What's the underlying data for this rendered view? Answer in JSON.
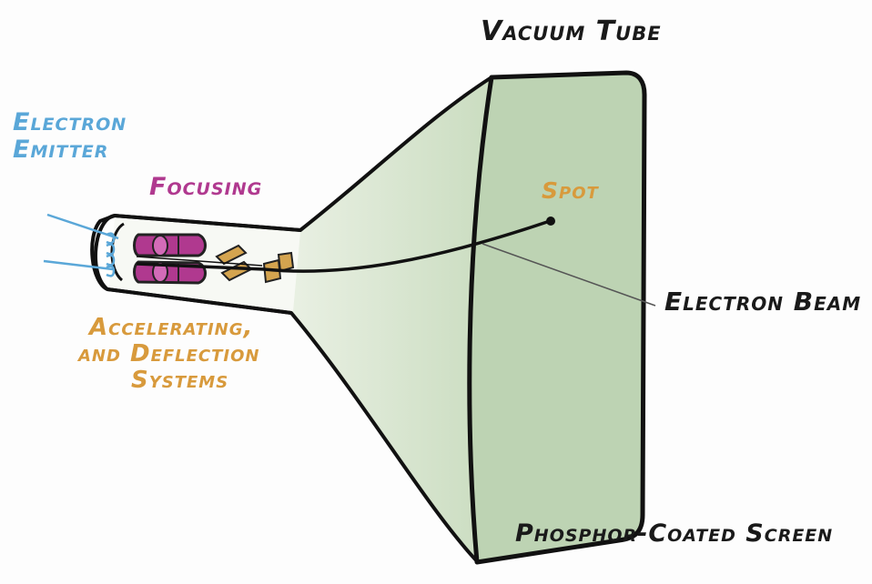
{
  "labels": {
    "vacuum_tube": "Vacuum Tube",
    "electron_emitter": "Electron Emitter",
    "focusing": "Focusing",
    "spot": "Spot",
    "electron_beam": "Electron Beam",
    "accelerating_line1": "Accelerating,",
    "accelerating_line2": "and Deflection",
    "accelerating_line3": "Systems",
    "phosphor_screen": "Phosphor-Coated Screen"
  },
  "colors": {
    "outline": "#111111",
    "screen_fill": "#bdd3b3",
    "emitter_blue": "#5aa7d8",
    "focusing_magenta": "#b0398f",
    "plate_gold": "#d4a44f",
    "label_orange": "#d89a3c"
  }
}
